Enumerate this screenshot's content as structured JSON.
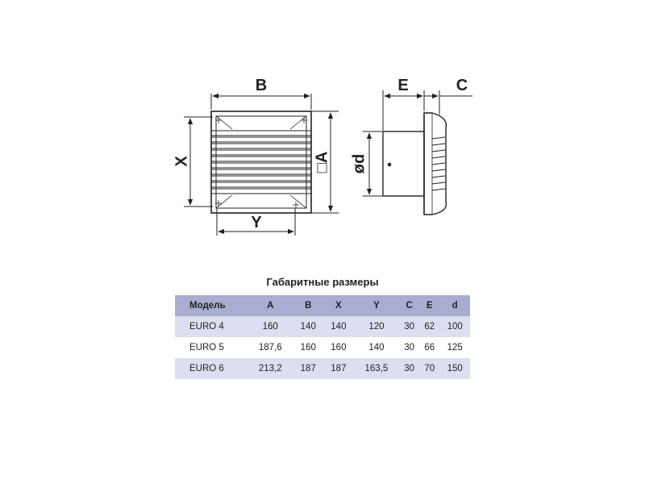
{
  "labels": {
    "B": "B",
    "X": "X",
    "Y": "Y",
    "A": "□A",
    "E": "E",
    "C": "C",
    "d": "ød"
  },
  "table": {
    "title": "Габаритные размеры",
    "headers": [
      "Модель",
      "A",
      "B",
      "X",
      "Y",
      "C",
      "E",
      "d"
    ],
    "rows": [
      [
        "EURO 4",
        "160",
        "140",
        "140",
        "120",
        "30",
        "62",
        "100"
      ],
      [
        "EURO 5",
        "187,6",
        "160",
        "160",
        "140",
        "30",
        "66",
        "125"
      ],
      [
        "EURO 6",
        "213,2",
        "187",
        "187",
        "163,5",
        "30",
        "70",
        "150"
      ]
    ]
  },
  "colors": {
    "header_bg": "#a9add0",
    "row_alt_bg": "#dcdff0",
    "line": "#222222"
  }
}
